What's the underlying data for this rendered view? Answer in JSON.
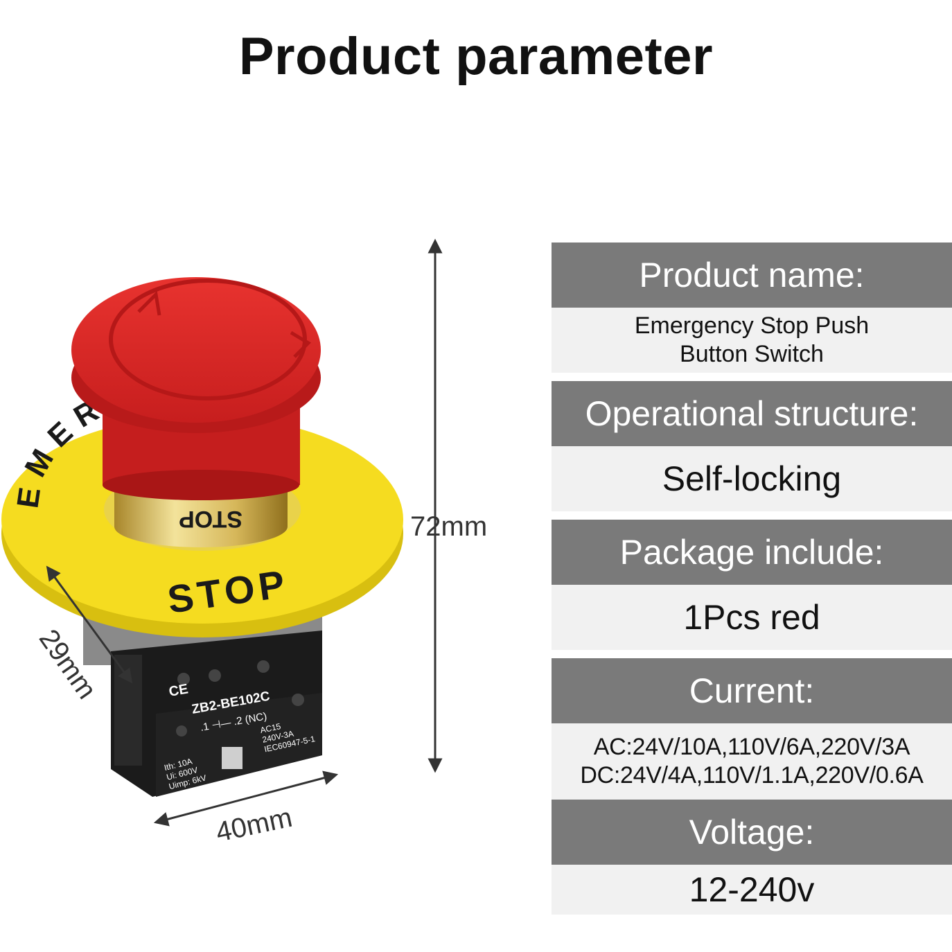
{
  "title": "Product parameter",
  "dimensions": {
    "height": "72mm",
    "depth": "29mm",
    "width": "40mm"
  },
  "product_markings": {
    "ring_top": "EMERGENCY",
    "ring_bottom": "STOP",
    "collar": "STOP",
    "model": "ZB2-BE102C",
    "ce": "CE",
    "contact": ".1 ⊣— .2 (NC)",
    "ratings_left": [
      "Ith: 10A",
      "Ui: 600V",
      "Uimp: 6kV"
    ],
    "ratings_right": [
      "AC15",
      "240V-3A",
      "IEC60947-5-1"
    ]
  },
  "colors": {
    "header_bg": "#7a7a7a",
    "value_bg": "#f1f1f1",
    "button_red": "#e02a2a",
    "ring_yellow": "#f5dc20",
    "body_black": "#1b1b1b"
  },
  "params": [
    {
      "label": "Product name:",
      "value": "Emergency Stop Push\nButton Switch"
    },
    {
      "label": "Operational structure:",
      "value": "Self-locking"
    },
    {
      "label": "Package include:",
      "value": "1Pcs red"
    },
    {
      "label": "Current:",
      "value": "AC:24V/10A,110V/6A,220V/3A\nDC:24V/4A,110V/1.1A,220V/0.6A"
    },
    {
      "label": "Voltage:",
      "value": "12-240v"
    }
  ]
}
